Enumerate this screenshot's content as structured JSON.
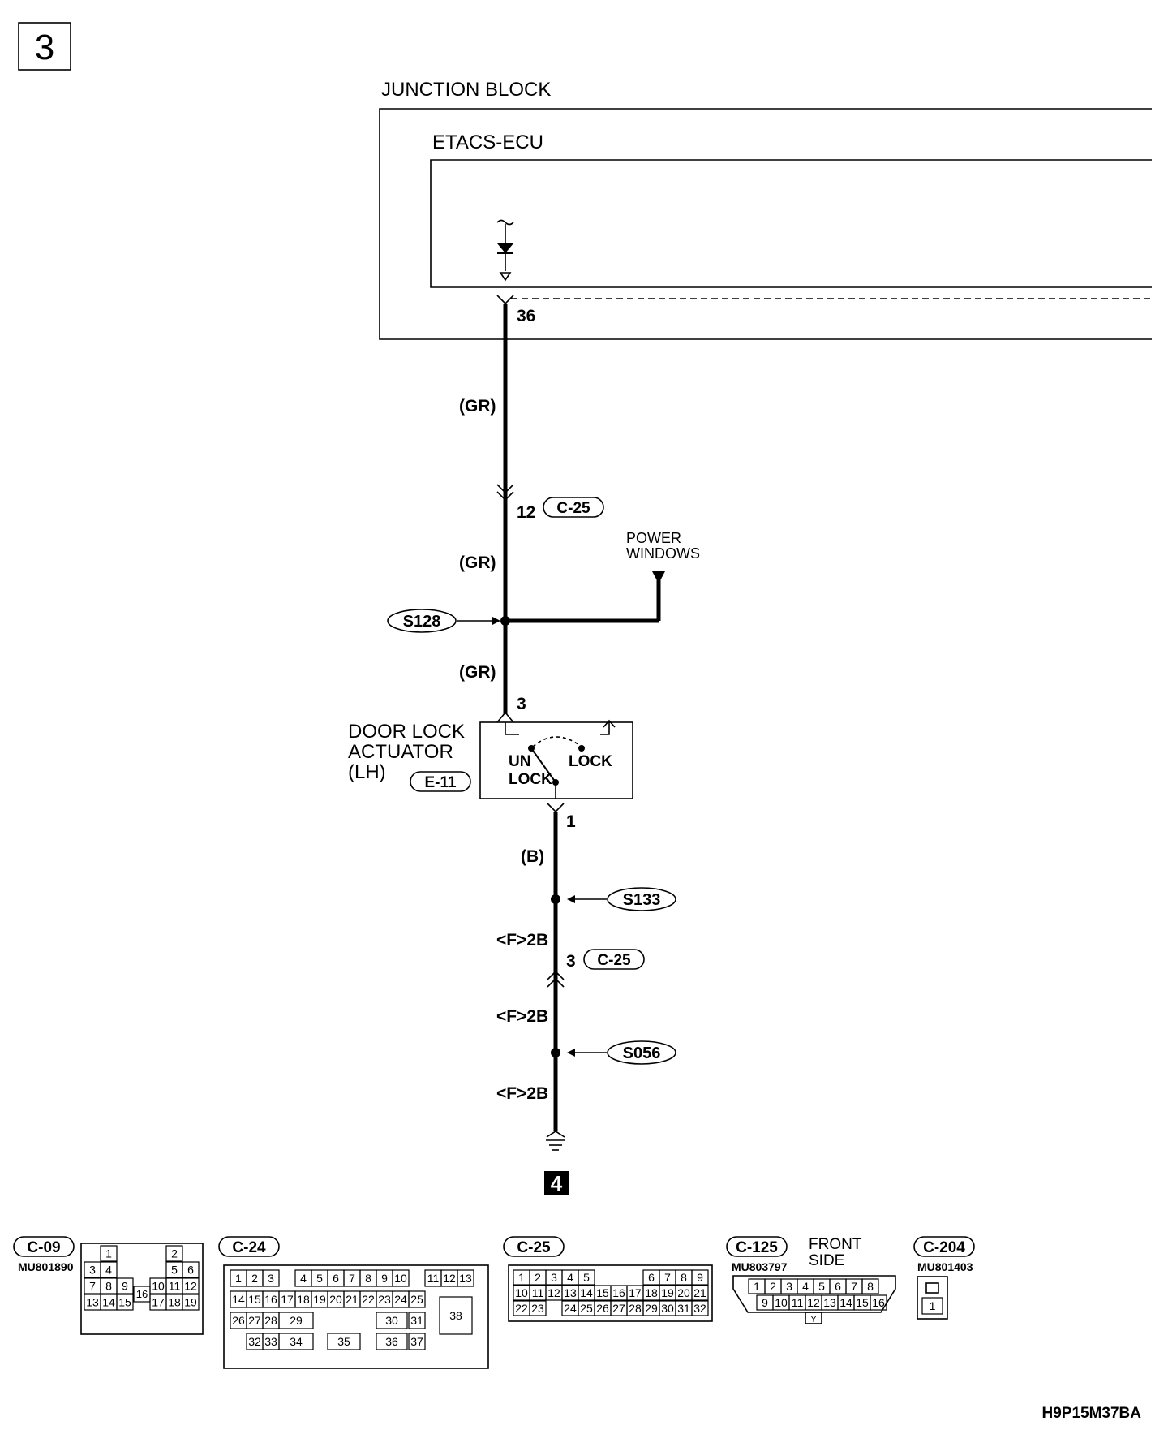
{
  "page": {
    "number": "3",
    "next_page": "4",
    "code": "H9P15M37BA"
  },
  "junction_block": {
    "label": "JUNCTION BLOCK",
    "ecu_label": "ETACS-ECU",
    "terminal": "36"
  },
  "wires": {
    "gr1": "(GR)",
    "gr2": "(GR)",
    "gr3": "(GR)",
    "b": "(B)",
    "f1": "<F>2B",
    "f2": "<F>2B",
    "f3": "<F>2B"
  },
  "connectors": {
    "c25_upper": {
      "pin": "12",
      "id": "C-25"
    },
    "c25_lower": {
      "pin": "3",
      "id": "C-25"
    }
  },
  "power_windows": {
    "line1": "POWER",
    "line2": "WINDOWS"
  },
  "splices": {
    "s128": "S128",
    "s133": "S133",
    "s056": "S056"
  },
  "actuator": {
    "line1": "DOOR LOCK",
    "line2": "ACTUATOR",
    "line3": "(LH)",
    "connector": "E-11",
    "pin_top": "3",
    "pin_bottom": "1",
    "unlock1": "UN",
    "unlock2": "LOCK",
    "lock": "LOCK"
  },
  "connector_views": {
    "c09": {
      "id": "C-09",
      "part": "MU801890",
      "cells": [
        "1",
        "2",
        "3",
        "4",
        "5",
        "6",
        "7",
        "8",
        "9",
        "16",
        "10",
        "11",
        "12",
        "13",
        "14",
        "15",
        "17",
        "18",
        "19"
      ]
    },
    "c24": {
      "id": "C-24",
      "cells": [
        "1",
        "2",
        "3",
        "4",
        "5",
        "6",
        "7",
        "8",
        "9",
        "10",
        "11",
        "12",
        "13",
        "14",
        "15",
        "16",
        "17",
        "18",
        "19",
        "20",
        "21",
        "22",
        "23",
        "24",
        "25",
        "26",
        "27",
        "28",
        "29",
        "30",
        "31",
        "38",
        "32",
        "33",
        "34",
        "35",
        "36",
        "37"
      ]
    },
    "c25": {
      "id": "C-25",
      "cells": [
        "1",
        "2",
        "3",
        "4",
        "5",
        "6",
        "7",
        "8",
        "9",
        "10",
        "11",
        "12",
        "13",
        "14",
        "15",
        "16",
        "17",
        "18",
        "19",
        "20",
        "21",
        "22",
        "23",
        "24",
        "25",
        "26",
        "27",
        "28",
        "29",
        "30",
        "31",
        "32"
      ]
    },
    "c125": {
      "id": "C-125",
      "part": "MU803797",
      "front_line1": "FRONT",
      "front_line2": "SIDE",
      "cells": [
        "1",
        "2",
        "3",
        "4",
        "5",
        "6",
        "7",
        "8",
        "9",
        "10",
        "11",
        "12",
        "13",
        "14",
        "15",
        "16"
      ]
    },
    "c204": {
      "id": "C-204",
      "part": "MU801403",
      "cells": [
        "1"
      ]
    }
  }
}
